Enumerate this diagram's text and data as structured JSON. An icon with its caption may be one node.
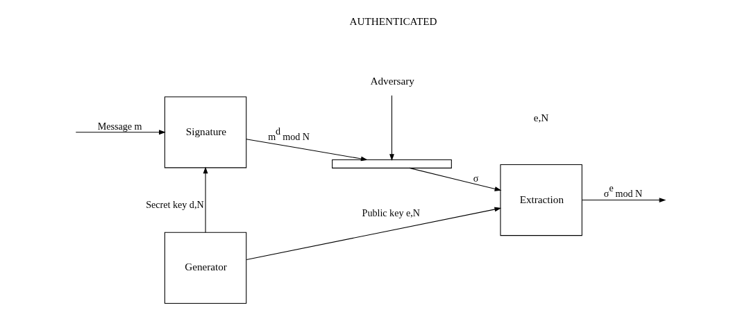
{
  "diagram": {
    "nodes": [
      {
        "text": [
          "Signature"
        ]
      },
      {
        "text": [],
        "shape": "bar"
      },
      {
        "text": [
          "Extraction"
        ]
      },
      {
        "text": [
          "Generator"
        ]
      },
      {
        "text": [
          "Adversary"
        ]
      }
    ],
    "edges": [
      {
        "from": null,
        "to": 0,
        "arrow": "to",
        "label": "Message m"
      },
      {
        "from": 0,
        "to": 1,
        "arrow": "to",
        "label": "m$^{d}$ mod N"
      },
      {
        "from": 1,
        "to": 2,
        "arrow": "to",
        "label": "σ"
      },
      {
        "from": 2,
        "to": null,
        "arrow": "to",
        "label": "σ$^{e}$ mod N"
      },
      {
        "from": 3,
        "to": 0,
        "arrow": "to",
        "label": "Secret key d,N"
      },
      {
        "from": 3,
        "to": 2,
        "arrow": "to",
        "label": "Public key e,N"
      },
      {
        "from": 4,
        "to": 1,
        "arrow": "to"
      }
    ],
    "labels": [
      "AUTHENTICATED",
      "e,N"
    ]
  }
}
